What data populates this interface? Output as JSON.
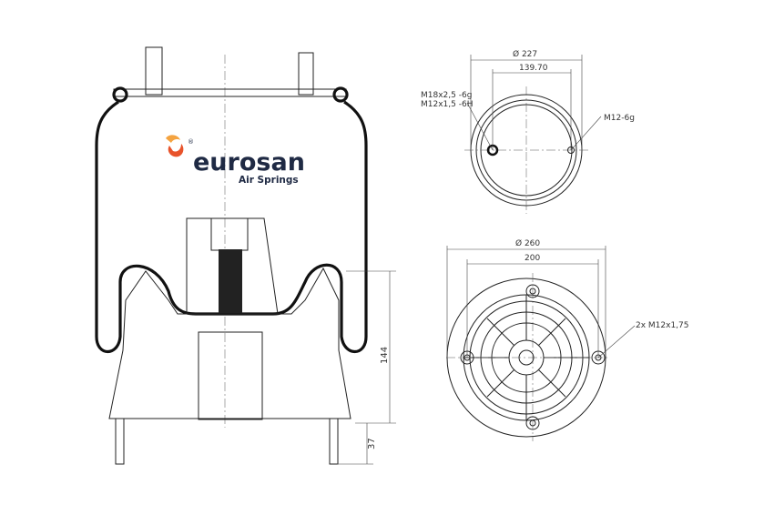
{
  "logo": {
    "brand": "eurosan",
    "tagline": "Air Springs",
    "registered": "®",
    "colors": {
      "text": "#1f2a44",
      "mark_primary": "#e8532b",
      "mark_secondary": "#f4a340"
    }
  },
  "side_view": {
    "dimensions": {
      "height_piston": "144",
      "stud_length": "37"
    }
  },
  "top_view": {
    "dimensions": {
      "outer_diameter": "Ø 227",
      "bolt_spacing": "139.70"
    },
    "callouts": {
      "left_line1": "M18x2,5 -6g",
      "left_line2": "M12x1,5 -6H",
      "right": "M12-6g"
    }
  },
  "bottom_view": {
    "dimensions": {
      "outer_diameter": "Ø 260",
      "inner_spacing": "200"
    },
    "callouts": {
      "holes": "2x M12x1,75"
    }
  }
}
